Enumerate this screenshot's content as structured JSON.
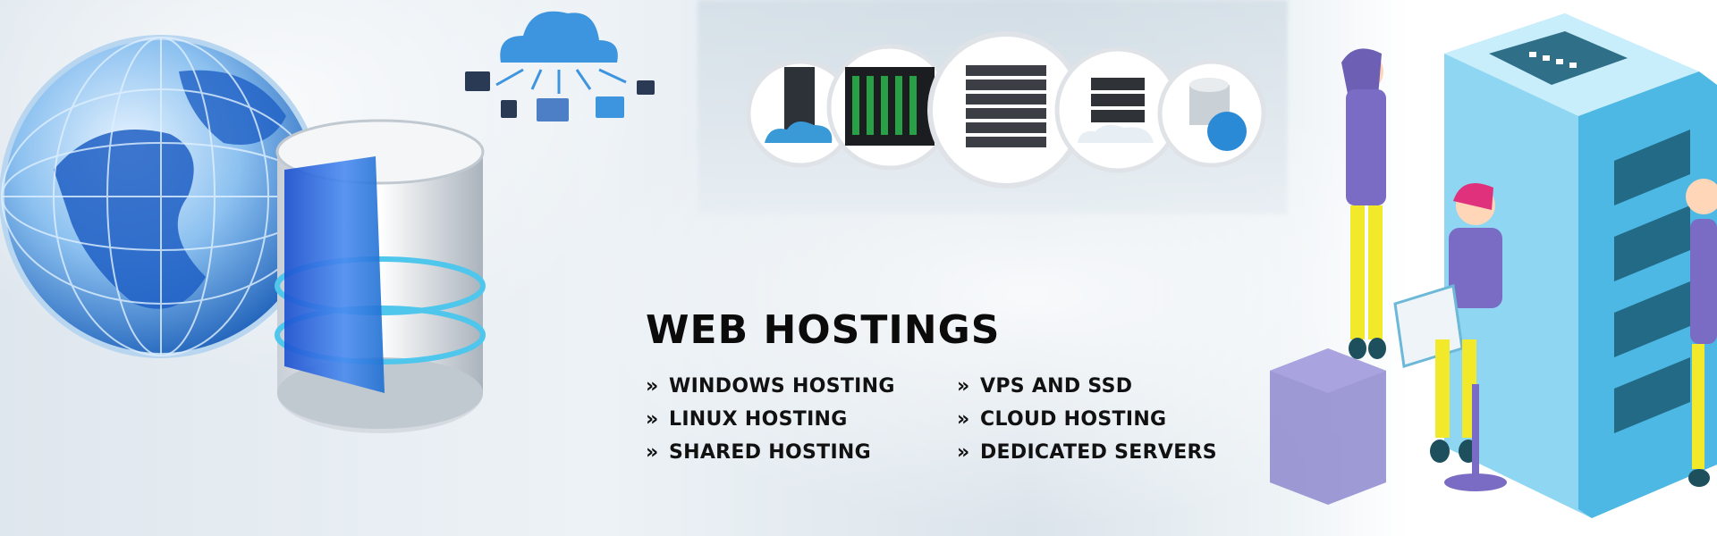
{
  "heading": "WEB HOSTINGS",
  "services_left": [
    {
      "label": "WINDOWS HOSTING"
    },
    {
      "label": "LINUX HOSTING"
    },
    {
      "label": "SHARED HOSTING"
    }
  ],
  "services_right": [
    {
      "label": "VPS AND SSD"
    },
    {
      "label": "CLOUD HOSTING"
    },
    {
      "label": "DEDICATED SERVERS"
    }
  ],
  "bullet_icon": "double-chevron-right-icon",
  "colors": {
    "heading": "#0b0b0b",
    "accent_blue": "#1e6fd1",
    "illustration_cyan": "#5cc6ea",
    "illustration_purple": "#7a6bc4",
    "illustration_yellow": "#f2e92b"
  }
}
